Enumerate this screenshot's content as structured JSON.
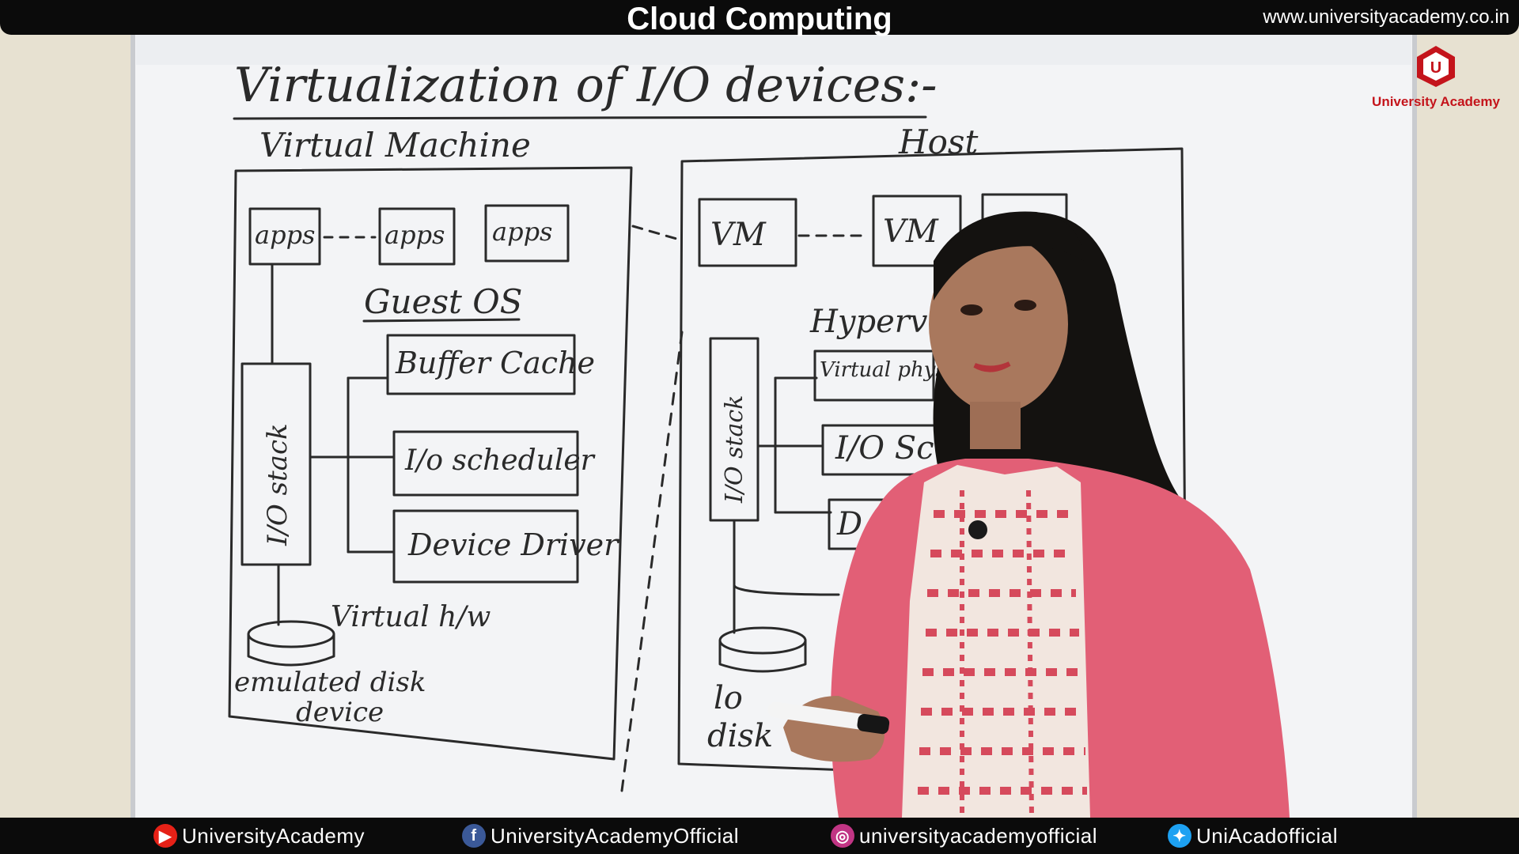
{
  "video_title": "Cloud Computing",
  "website": "www.universityacademy.co.in",
  "logo": {
    "name": "University Academy",
    "letter": "U"
  },
  "whiteboard": {
    "heading": "Virtualization of I/O devices:-",
    "vm_panel": {
      "title": "Virtual Machine",
      "apps": [
        "apps",
        "apps",
        "apps"
      ],
      "guest_os": "Guest OS",
      "io_stack": "I/O stack",
      "components": [
        "Buffer Cache",
        "I/o scheduler",
        "Device Driver"
      ],
      "virtual_hw": "Virtual h/w",
      "disk_label_line1": "emulated disk",
      "disk_label_line2": "device"
    },
    "host_panel": {
      "title": "Host",
      "vms": [
        "VM",
        "VM"
      ],
      "hypervisor": "Hypervi",
      "io_stack": "I/O stack",
      "components": [
        "Virtual physical",
        "I/O Sc",
        "D"
      ],
      "disk_label_line1": "lo",
      "disk_label_line2": "disk"
    }
  },
  "social": [
    {
      "platform": "youtube",
      "handle": "UniversityAcademy",
      "color": "#e62117",
      "icon": "youtube-icon"
    },
    {
      "platform": "facebook",
      "handle": "UniversityAcademyOfficial",
      "color": "#3b5998",
      "icon": "facebook-icon"
    },
    {
      "platform": "instagram",
      "handle": "universityacademyofficial",
      "color": "#c13584",
      "icon": "instagram-icon"
    },
    {
      "platform": "twitter",
      "handle": "UniAcadofficial",
      "color": "#1da1f2",
      "icon": "twitter-icon"
    }
  ]
}
